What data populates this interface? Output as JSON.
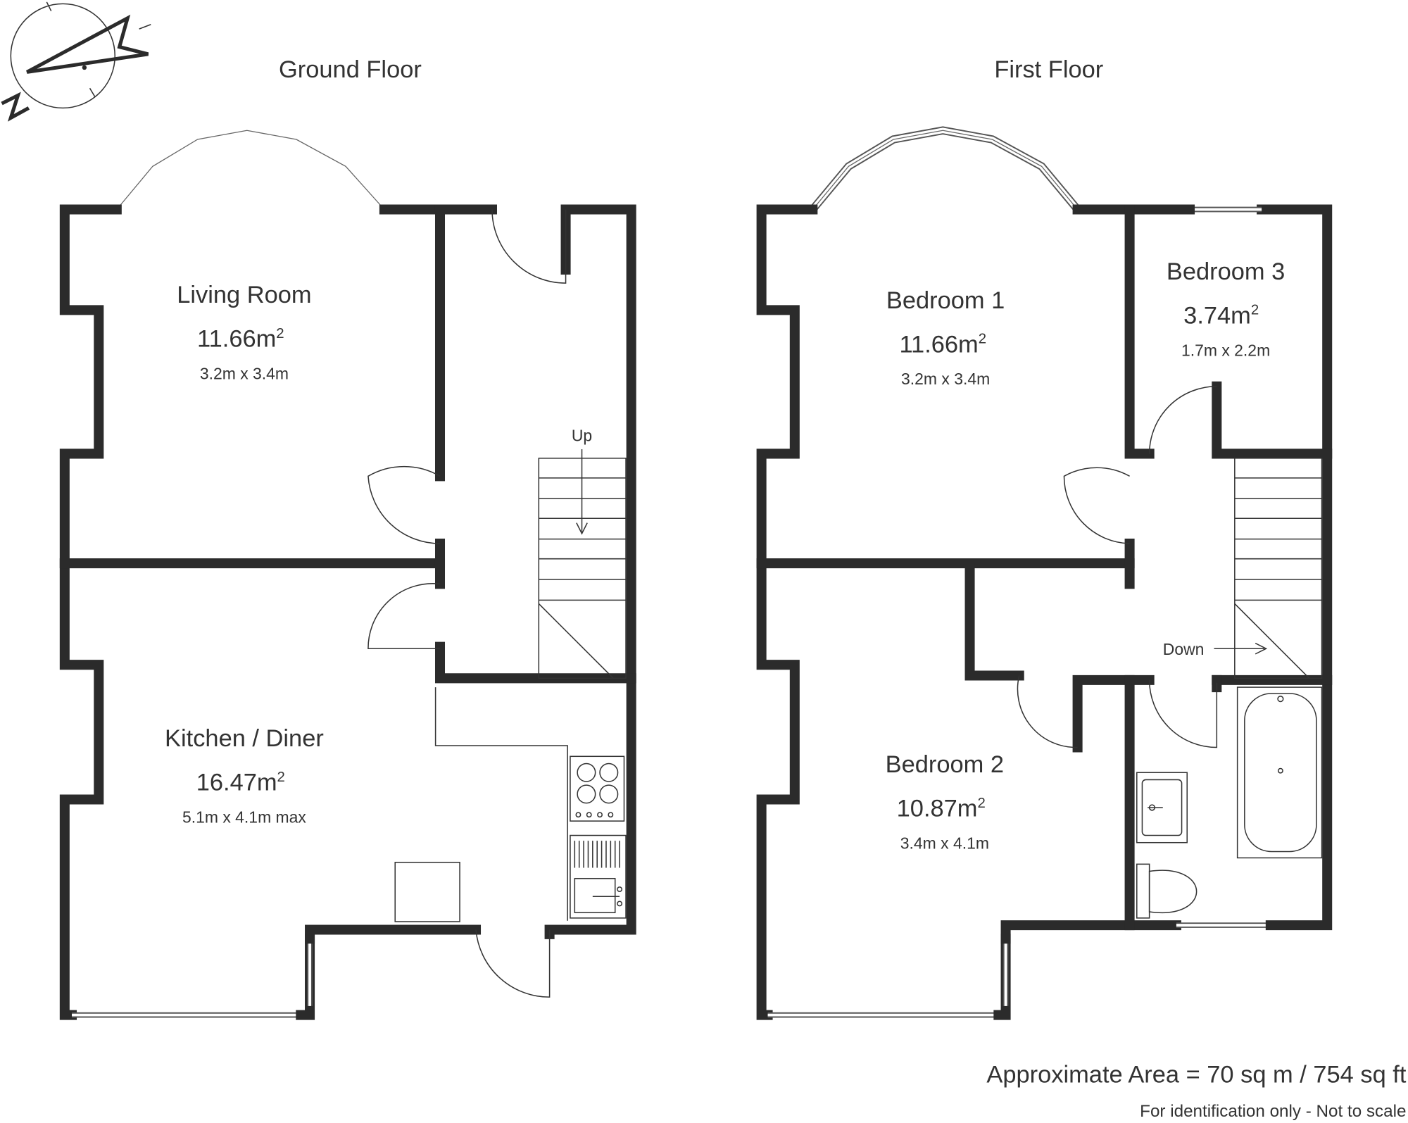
{
  "compass": {
    "icon": "north-arrow-icon",
    "label": "N"
  },
  "ground_floor": {
    "title": "Ground Floor",
    "rooms": [
      {
        "name": "Living Room",
        "area": "11.66m",
        "sup": "2",
        "dims": "3.2m x 3.4m"
      },
      {
        "name": "Kitchen / Diner",
        "area": "16.47m",
        "sup": "2",
        "dims": "5.1m x 4.1m max"
      }
    ],
    "stairs_label": "Up"
  },
  "first_floor": {
    "title": "First Floor",
    "rooms": [
      {
        "name": "Bedroom 1",
        "area": "11.66m",
        "sup": "2",
        "dims": "3.2m x 3.4m"
      },
      {
        "name": "Bedroom 3",
        "area": "3.74m",
        "sup": "2",
        "dims": "1.7m x 2.2m"
      },
      {
        "name": "Bedroom 2",
        "area": "10.87m",
        "sup": "2",
        "dims": "3.4m x 4.1m"
      }
    ],
    "stairs_label": "Down"
  },
  "footer": {
    "total_area": "Approximate Area = 70 sq m / 754 sq ft",
    "disclaimer": "For identification only - Not to scale"
  },
  "colors": {
    "wall": "#2b2b2b",
    "text": "#333333"
  }
}
